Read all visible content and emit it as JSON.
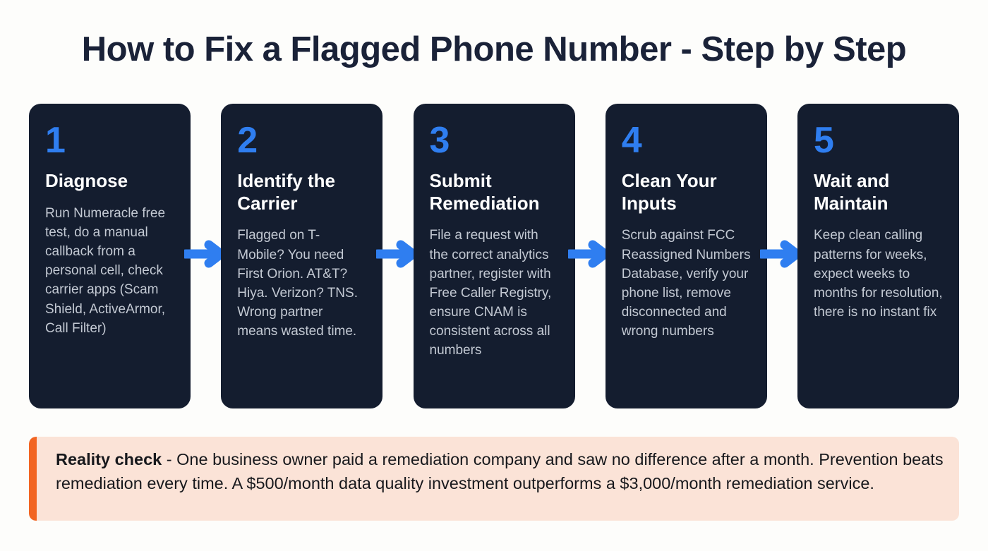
{
  "header": {
    "title": "How to Fix a Flagged Phone Number - Step by Step"
  },
  "colors": {
    "page_background": "#fdfdfb",
    "card_background": "#141d2f",
    "accent_blue": "#2f7ef0",
    "card_title": "#ffffff",
    "card_body": "#c3c9d3",
    "title_navy": "#1a2238",
    "callout_background": "#fbe3d7",
    "callout_bar_orange": "#f26522",
    "callout_text": "#17181c"
  },
  "steps": [
    {
      "number": "1",
      "title": "Diagnose",
      "body": "Run Numeracle free test, do a manual callback from a personal cell, check carrier apps (Scam Shield, ActiveArmor, Call Filter)"
    },
    {
      "number": "2",
      "title": "Identify the Carrier",
      "body": "Flagged on T-Mobile? You need First Orion. AT&T? Hiya. Verizon? TNS. Wrong partner means wasted time."
    },
    {
      "number": "3",
      "title": "Submit Remediation",
      "body": "File a request with the correct analytics partner, register with Free Caller Registry, ensure CNAM is consistent across all numbers"
    },
    {
      "number": "4",
      "title": "Clean Your Inputs",
      "body": "Scrub against FCC Reassigned Numbers Database, verify your phone list, remove disconnected and wrong numbers"
    },
    {
      "number": "5",
      "title": "Wait and Maintain",
      "body": "Keep clean calling patterns for weeks, expect weeks to months for resolution, there is no instant fix"
    }
  ],
  "connectors": [
    {
      "icon": "arrow-right-icon"
    },
    {
      "icon": "arrow-right-icon"
    },
    {
      "icon": "arrow-right-icon"
    },
    {
      "icon": "arrow-right-icon"
    }
  ],
  "callout": {
    "label": "Reality check",
    "separator": " - ",
    "body": "One business owner paid a remediation company and saw no difference after a month. Prevention beats remediation every time. A $500/month data quality investment outperforms a $3,000/month remediation service."
  }
}
